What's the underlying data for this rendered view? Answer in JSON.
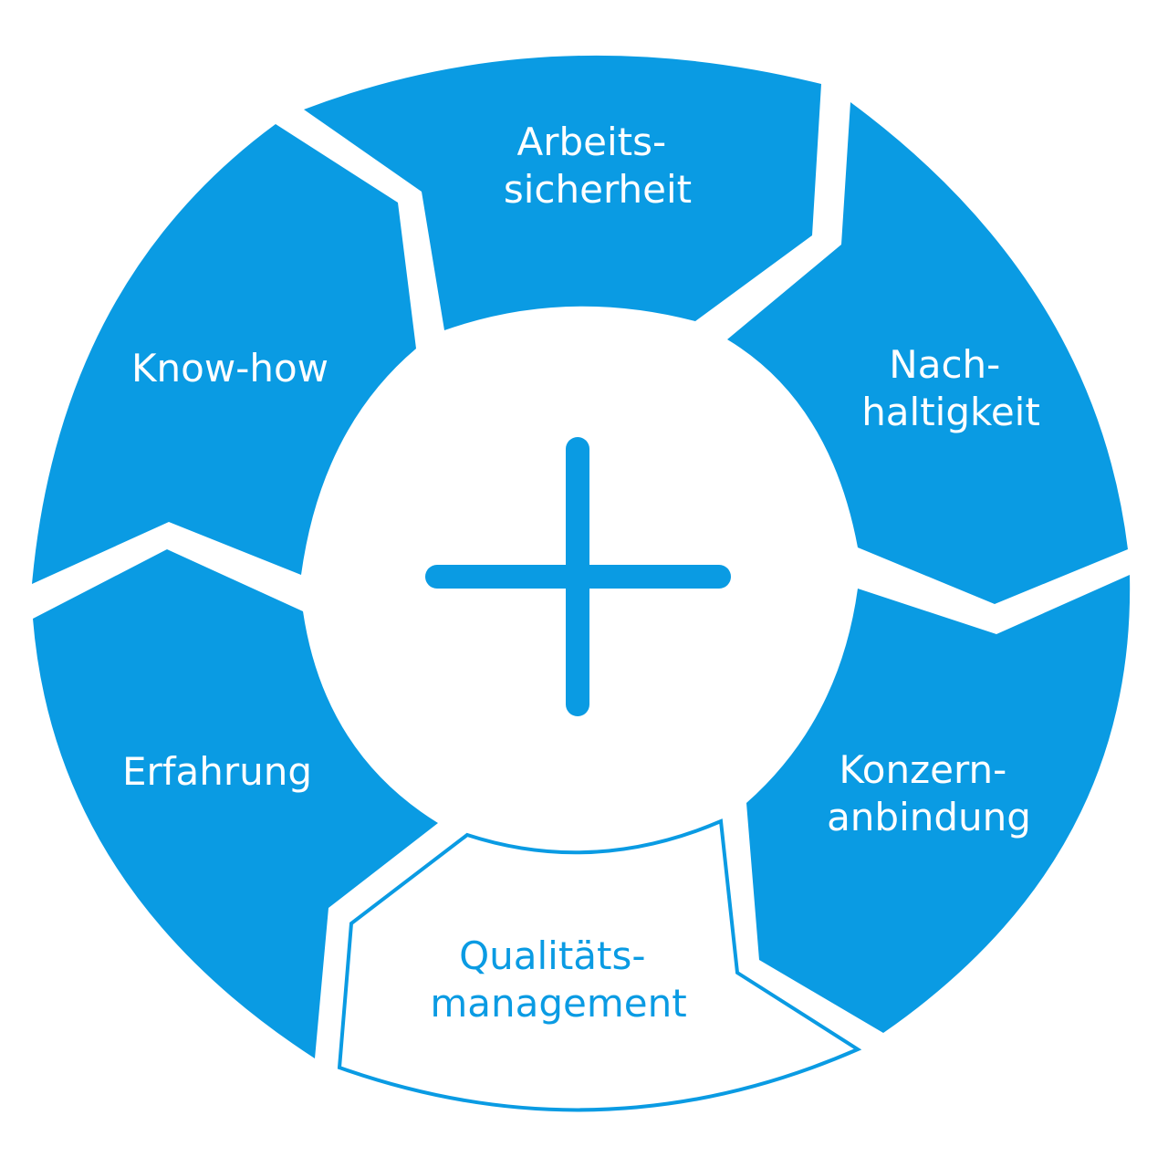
{
  "diagram": {
    "segments": [
      {
        "id": "arbeitssicherheit",
        "lines": [
          "Arbeits-",
          "sicherheit"
        ],
        "style": "filled"
      },
      {
        "id": "nachhaltigkeit",
        "lines": [
          "Nach-",
          "haltigkeit"
        ],
        "style": "filled"
      },
      {
        "id": "konzernanbindung",
        "lines": [
          "Konzern-",
          "anbindung"
        ],
        "style": "filled"
      },
      {
        "id": "qualitaetsmanagement",
        "lines": [
          "Qualitäts-",
          "management"
        ],
        "style": "outline"
      },
      {
        "id": "erfahrung",
        "lines": [
          "Erfahrung"
        ],
        "style": "filled"
      },
      {
        "id": "knowhow",
        "lines": [
          "Know-how"
        ],
        "style": "filled"
      }
    ],
    "center_icon": "plus-icon"
  },
  "colors": {
    "accent": "#0a9be3",
    "background": "#ffffff"
  }
}
